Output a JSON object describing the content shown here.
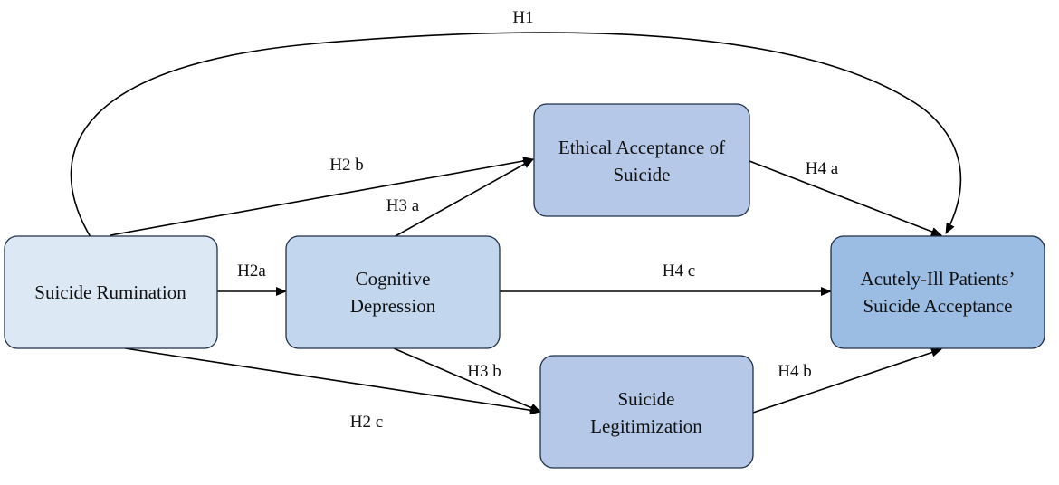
{
  "colors": {
    "suicide_rumination": "#dde8f5",
    "cognitive_depression": "#c2d7ee",
    "ethical_acceptance": "#b5c8e8",
    "suicide_legitimization": "#b5c8e8",
    "acutely_ill": "#9cbde3",
    "border": "#1f2f45",
    "arrow": "#000000"
  },
  "nodes": {
    "suicide_rumination": {
      "line1": "Suicide Rumination"
    },
    "cognitive_depression": {
      "line1": "Cognitive",
      "line2": "Depression"
    },
    "ethical_acceptance": {
      "line1": "Ethical Acceptance of",
      "line2": "Suicide"
    },
    "suicide_legitimization": {
      "line1": "Suicide",
      "line2": "Legitimization"
    },
    "acutely_ill": {
      "line1": "Acutely-Ill Patients’",
      "line2": "Suicide Acceptance"
    }
  },
  "edges": {
    "h1": "H1",
    "h2a": "H2a",
    "h2b": "H2 b",
    "h2c": "H2 c",
    "h3a": "H3 a",
    "h3b": "H3 b",
    "h4a": "H4 a",
    "h4b": "H4 b",
    "h4c": "H4 c"
  }
}
